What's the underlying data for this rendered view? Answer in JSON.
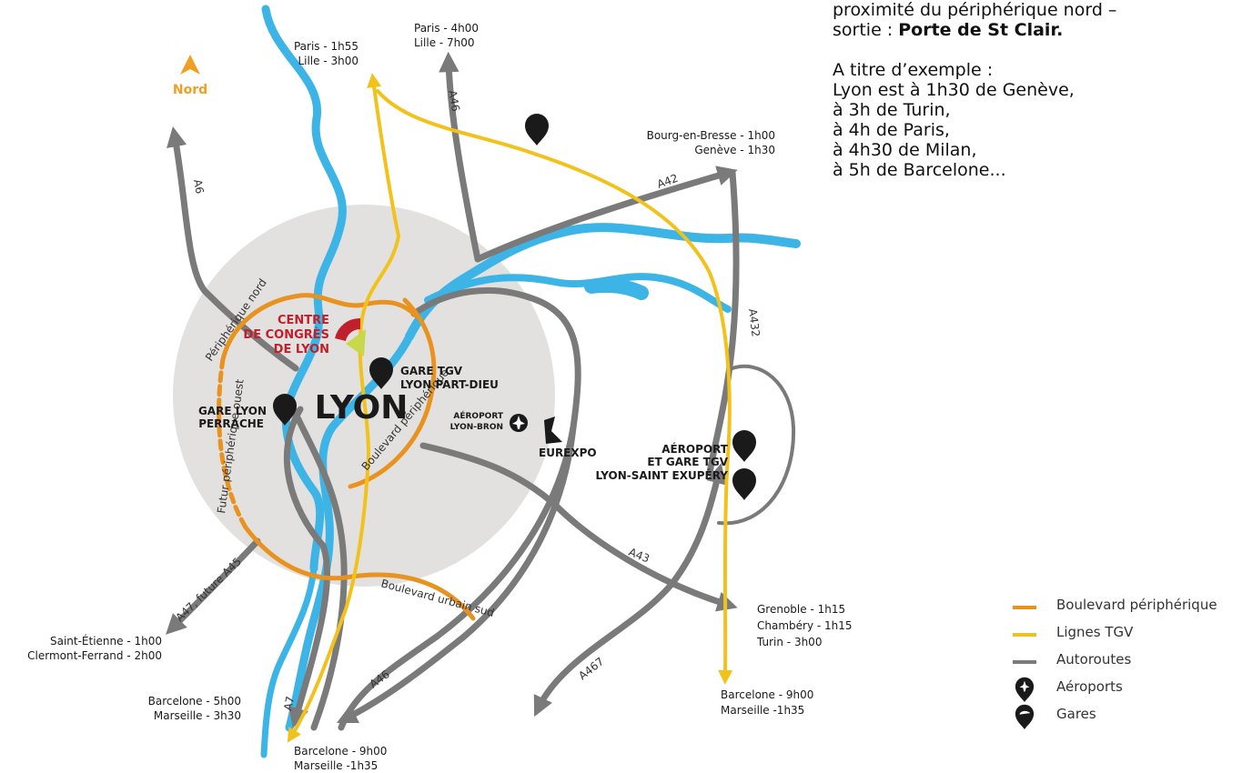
{
  "info": {
    "line1": "proximité du périphérique nord –",
    "line2_prefix": "sortie : ",
    "line2_bold": "Porte de St Clair.",
    "example_intro": "A titre d’exemple :",
    "examples": [
      "Lyon est à 1h30 de Genève,",
      "à 3h de Turin,",
      "à 4h de Paris,",
      "à 4h30 de Milan,",
      "à 5h de Barcelone..."
    ]
  },
  "legend": [
    {
      "label": "Boulevard périphérique",
      "kind": "line",
      "color": "#e8921f"
    },
    {
      "label": "Lignes TGV",
      "kind": "line",
      "color": "#f2c21c"
    },
    {
      "label": "Autoroutes",
      "kind": "line",
      "color": "#7a7a7a"
    },
    {
      "label": "Aéroports",
      "kind": "icon",
      "icon": "airport-pin-icon"
    },
    {
      "label": "Gares",
      "kind": "icon",
      "icon": "train-pin-icon"
    }
  ],
  "map": {
    "north": "Nord",
    "city": "LYON",
    "congress": [
      "CENTRE",
      "DE CONGRÈS",
      "DE LYON"
    ],
    "ring_labels": {
      "nord": "Périphérique nord",
      "ouest": "Futur périphérique ouest",
      "boulevard": "Boulevard périphérique",
      "sud": "Boulevard urbain sud"
    },
    "stations": {
      "partdieu": [
        "GARE TGV",
        "LYON PART-DIEU"
      ],
      "perrache": [
        "GARE LYON",
        "PERRACHE"
      ],
      "bron": [
        "AÉROPORT",
        "LYON-BRON"
      ],
      "eurexpo": "EUREXPO",
      "stexupery": [
        "AÉROPORT",
        "ET GARE TGV",
        "LYON-SAINT EXUPÉRY"
      ]
    },
    "roads": {
      "a6": "A6",
      "a46n": "A46",
      "a42": "A42",
      "a432": "A432",
      "a43": "A43",
      "a467": "A467",
      "a46s": "A46",
      "a7": "A7",
      "a47": "A47, future A45"
    },
    "destinations": {
      "tgv_paris": [
        "Paris - 1h55",
        "Lille - 3h00"
      ],
      "road_paris": [
        "Paris - 4h00",
        "Lille - 7h00"
      ],
      "bourg": [
        "Bourg-en-Bresse - 1h00",
        "Genève - 1h30"
      ],
      "grenoble": [
        "Grenoble - 1h15",
        "Chambéry - 1h15",
        "Turin - 3h00"
      ],
      "barcelona_e": [
        "Barcelone - 9h00",
        "Marseille -1h35"
      ],
      "barcelona_s": [
        "Barcelone - 9h00",
        "Marseille -1h35"
      ],
      "barcelona_w": [
        "Barcelone - 5h00",
        "Marseille - 3h30"
      ],
      "stetienne": [
        "Saint-Étienne - 1h00",
        "Clermont-Ferrand - 2h00"
      ]
    }
  },
  "colors": {
    "river": "#3cb4e5",
    "ring": "#e8921f",
    "tgv": "#f2c21c",
    "highway": "#7a7a7a",
    "circle": "#e3e1df",
    "congress": "#c0202b",
    "north": "#f0a020",
    "pin": "#1a1a1a"
  }
}
